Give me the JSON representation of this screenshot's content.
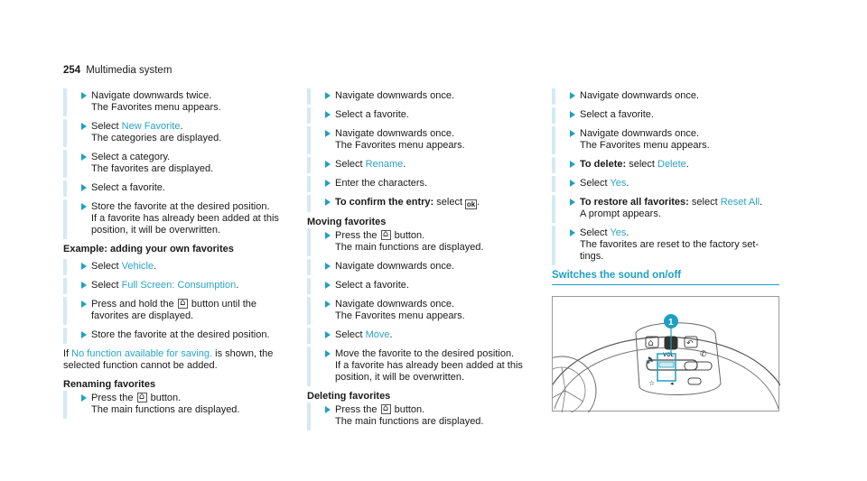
{
  "header": {
    "page_number": "254",
    "section": "Multimedia system"
  },
  "col1": {
    "s1": {
      "l1": "Navigate downwards twice.",
      "l2": "The Favorites menu appears."
    },
    "s2": {
      "pre": "Select ",
      "hl": "New Favorite",
      "post": ".",
      "l2": "The categories are displayed."
    },
    "s3": {
      "l1": "Select a category.",
      "l2": "The favorites are displayed."
    },
    "s4": {
      "l1": "Select a favorite."
    },
    "s5": {
      "l1": "Store the favorite at the desired position.",
      "l2": "If a favorite has already been added at this",
      "l3": "position, it will be overwritten."
    },
    "example_heading": "Example: adding your own favorites",
    "s6": {
      "pre": "Select ",
      "hl": "Vehicle",
      "post": "."
    },
    "s7": {
      "pre": "Select ",
      "hl": "Full Screen: Consumption",
      "post": "."
    },
    "s8": {
      "pre": "Press and hold the ",
      "post": " button until the",
      "l2": "favorites are displayed."
    },
    "s9": {
      "l1": "Store the favorite at the desired position."
    },
    "note": {
      "pre": "If ",
      "hl": "No function available for saving.",
      "post": " is shown, the",
      "l2": "selected function cannot be added."
    },
    "renaming_heading": "Renaming favorites",
    "s10": {
      "pre": "Press the ",
      "post": " button.",
      "l2": "The main functions are displayed."
    }
  },
  "col2": {
    "s1": {
      "l1": "Navigate downwards once."
    },
    "s2": {
      "l1": "Select a favorite."
    },
    "s3": {
      "l1": "Navigate downwards once.",
      "l2": "The Favorites menu appears."
    },
    "s4": {
      "pre": "Select ",
      "hl": "Rename",
      "post": "."
    },
    "s5": {
      "l1": "Enter the characters."
    },
    "s6": {
      "bold": "To confirm the entry:",
      "pre": " select ",
      "post": "."
    },
    "ok_key": "ok",
    "moving_heading": "Moving favorites",
    "s7": {
      "pre": "Press the ",
      "post": " button.",
      "l2": "The main functions are displayed."
    },
    "s8": {
      "l1": "Navigate downwards once."
    },
    "s9": {
      "l1": "Select a favorite."
    },
    "s10": {
      "l1": "Navigate downwards once.",
      "l2": "The Favorites menu appears."
    },
    "s11": {
      "pre": "Select ",
      "hl": "Move",
      "post": "."
    },
    "s12": {
      "l1": "Move the favorite to the desired position.",
      "l2": "If a favorite has already been added at this",
      "l3": "position, it will be overwritten."
    },
    "deleting_heading": "Deleting favorites",
    "s13": {
      "pre": "Press the ",
      "post": " button.",
      "l2": "The main functions are displayed."
    }
  },
  "col3": {
    "s1": {
      "l1": "Navigate downwards once."
    },
    "s2": {
      "l1": "Select a favorite."
    },
    "s3": {
      "l1": "Navigate downwards once.",
      "l2": "The Favorites menu appears."
    },
    "s4": {
      "bold": "To delete:",
      "pre": " select ",
      "hl": "Delete",
      "post": "."
    },
    "s5": {
      "pre": "Select ",
      "hl": "Yes",
      "post": "."
    },
    "s6": {
      "bold": "To restore all favorites:",
      "pre": " select ",
      "hl": "Reset All",
      "post": ".",
      "l2": "A prompt appears."
    },
    "s7": {
      "pre": "Select ",
      "hl": "Yes",
      "post": ".",
      "l2": "The favorites are reset to the factory set-",
      "l3": "tings."
    },
    "section_heading": "Switches the sound on/off",
    "callout": "1",
    "vol_label": "VOL"
  },
  "colors": {
    "accent": "#1ea0c2",
    "bar": "#d4eaf3",
    "text": "#1a1a1a"
  }
}
